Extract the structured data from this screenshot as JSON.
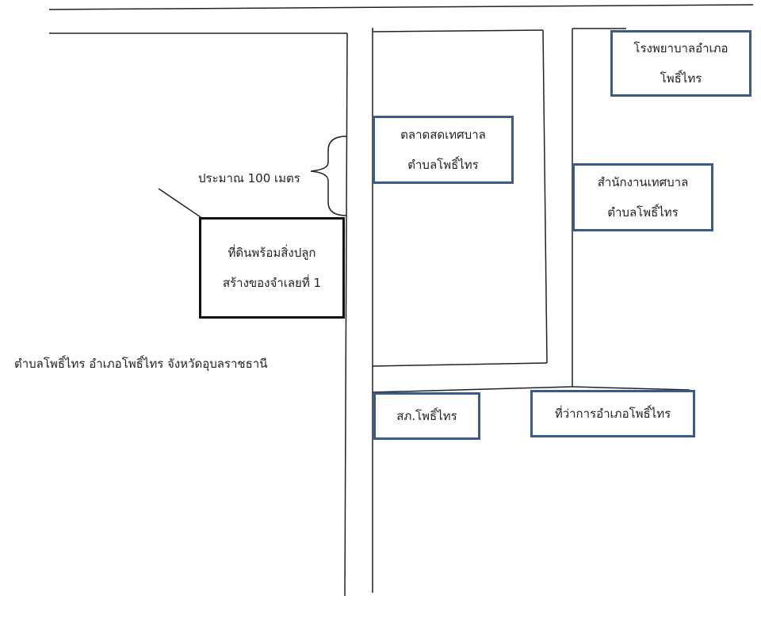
{
  "map": {
    "target_land": {
      "line1": "ที่ดินพร้อมสิ่งปลูก",
      "line2": "สร้างของจำเลยที่ 1"
    },
    "distance_label": "ประมาณ 100 เมตร",
    "location_label": "ตำบลโพธิ์ไทร อำเภอโพธิ์ไทร จังหวัดอุบลราชธานี",
    "landmarks": {
      "hospital": {
        "line1": "โรงพยาบาลอำเภอ",
        "line2": "โพธิ์ไทร"
      },
      "market": {
        "line1": "ตลาดสดเทศบาล",
        "line2": "ตำบลโพธิ์ไทร"
      },
      "municipal_office": {
        "line1": "สำนักงานเทศบาล",
        "line2": "ตำบลโพธิ์ไทร"
      },
      "police_station": {
        "line1": "สภ.โพธิ์ไทร"
      },
      "district_office": {
        "line1": "ที่ว่าการอำเภอโพธิ์ไทร"
      }
    },
    "colors": {
      "landmark_border": "#3a5a8c",
      "target_border": "#111111",
      "road_line": "#222222"
    }
  }
}
